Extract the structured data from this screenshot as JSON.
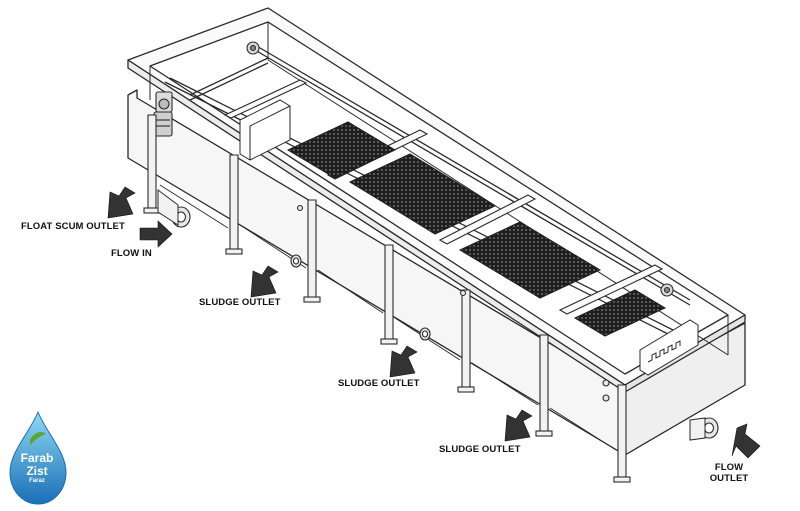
{
  "labels": {
    "float_scum_outlet": "FLOAT SCUM OUTLET",
    "flow_in": "FLOW IN",
    "sludge_outlet_1": "SLUDGE OUTLET",
    "sludge_outlet_2": "SLUDGE OUTLET",
    "sludge_outlet_3": "SLUDGE OUTLET",
    "flow_outlet_line1": "FLOW",
    "flow_outlet_line2": "OUTLET"
  },
  "logo": {
    "line1": "Farab",
    "line2": "Zist",
    "line3": "Faraz",
    "color_top": "#7fd0f0",
    "color_bottom": "#1a6fb5",
    "color_leaf": "#5aa832"
  },
  "colors": {
    "line": "#2a2a2a",
    "fill": "#f4f4f4",
    "grid": "#1e1e1e",
    "arrow": "#333333"
  }
}
